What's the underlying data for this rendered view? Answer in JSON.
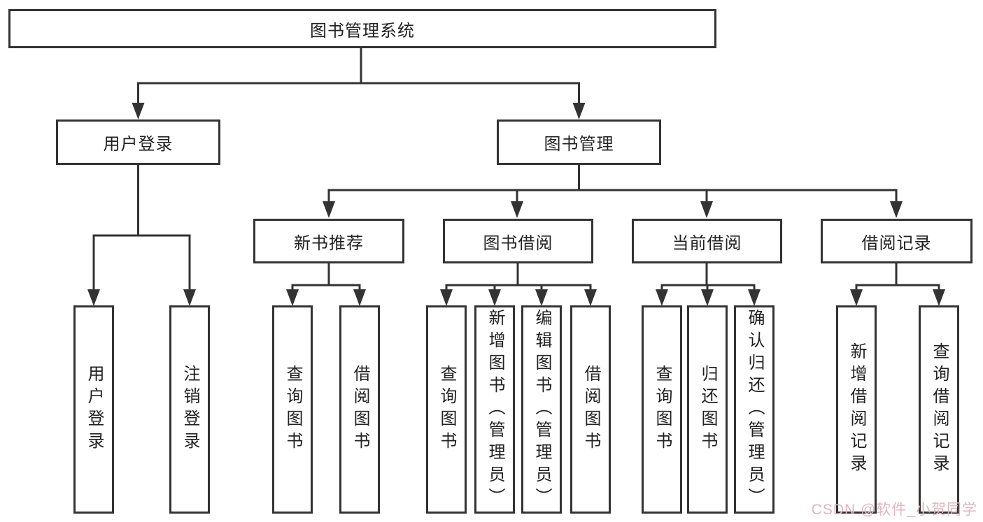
{
  "diagram": {
    "root": {
      "label": "图书管理系统"
    },
    "level2": [
      {
        "label": "用户登录"
      },
      {
        "label": "图书管理"
      }
    ],
    "level3": [
      {
        "label": "新书推荐"
      },
      {
        "label": "图书借阅"
      },
      {
        "label": "当前借阅"
      },
      {
        "label": "借阅记录"
      }
    ],
    "leaves": {
      "user_login": [
        {
          "label": "用户登录"
        },
        {
          "label": "注销登录"
        }
      ],
      "new_book": [
        {
          "label": "查询图书"
        },
        {
          "label": "借阅图书"
        }
      ],
      "book_borrow": [
        {
          "label": "查询图书"
        },
        {
          "label": "新增图书（管理员）"
        },
        {
          "label": "编辑图书（管理员）"
        },
        {
          "label": "借阅图书"
        }
      ],
      "current_borrow": [
        {
          "label": "查询图书"
        },
        {
          "label": "归还图书"
        },
        {
          "label": "确认归还（管理员）"
        }
      ],
      "borrow_records": [
        {
          "label": "新增借阅记录"
        },
        {
          "label": "查询借阅记录"
        }
      ]
    },
    "colors": {
      "line": "#333333",
      "box_border": "#333333",
      "text": "#222222",
      "background": "#ffffff",
      "watermark": "#e0b6be"
    },
    "watermark": {
      "text": "CSDN @软件_小贺同学"
    }
  }
}
